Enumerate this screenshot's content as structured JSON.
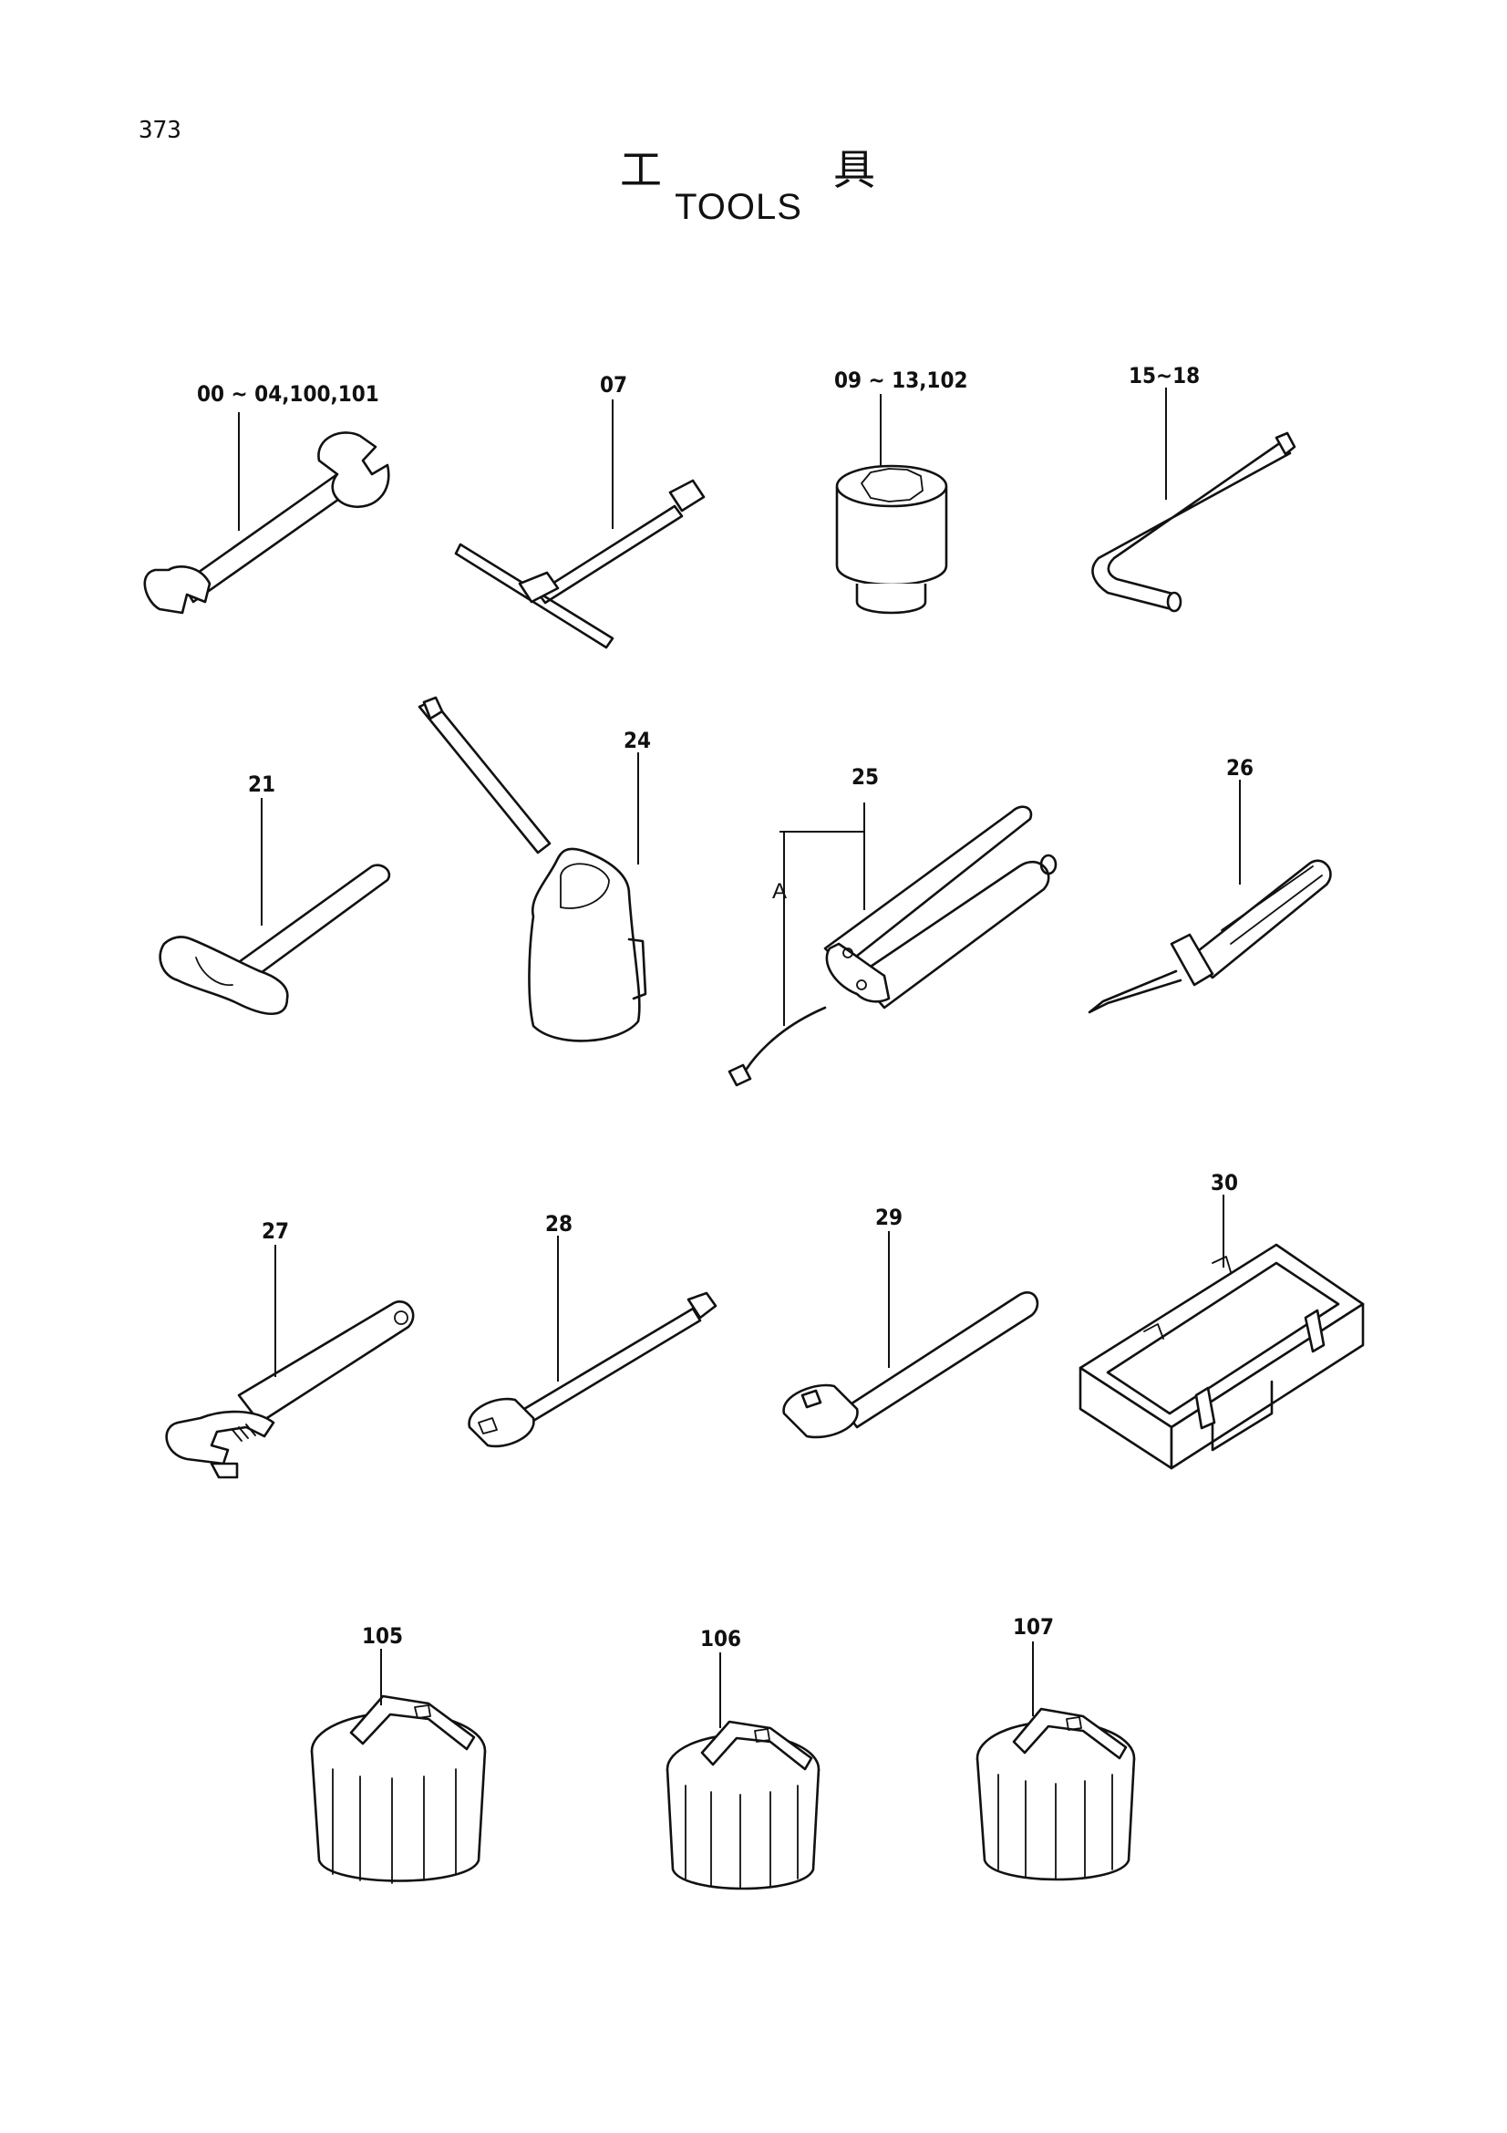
{
  "page": {
    "number": "373",
    "title_jp_left": "工",
    "title_jp_right": "具",
    "title_en": "TOOLS"
  },
  "callouts": {
    "spanner": "00 ~ 04,100,101",
    "t_wrench": "07",
    "socket": "09 ~ 13,102",
    "hex_key": "15~18",
    "hammer": "21",
    "oil_can": "24",
    "grease_gun": "25",
    "grease_gun_sub": "A",
    "screwdriver": "26",
    "adjustable_wrench": "27",
    "extension_bar": "28",
    "ratchet_handle": "29",
    "tool_box": "30",
    "filter_wrench_1": "105",
    "filter_wrench_2": "106",
    "filter_wrench_3": "107"
  }
}
